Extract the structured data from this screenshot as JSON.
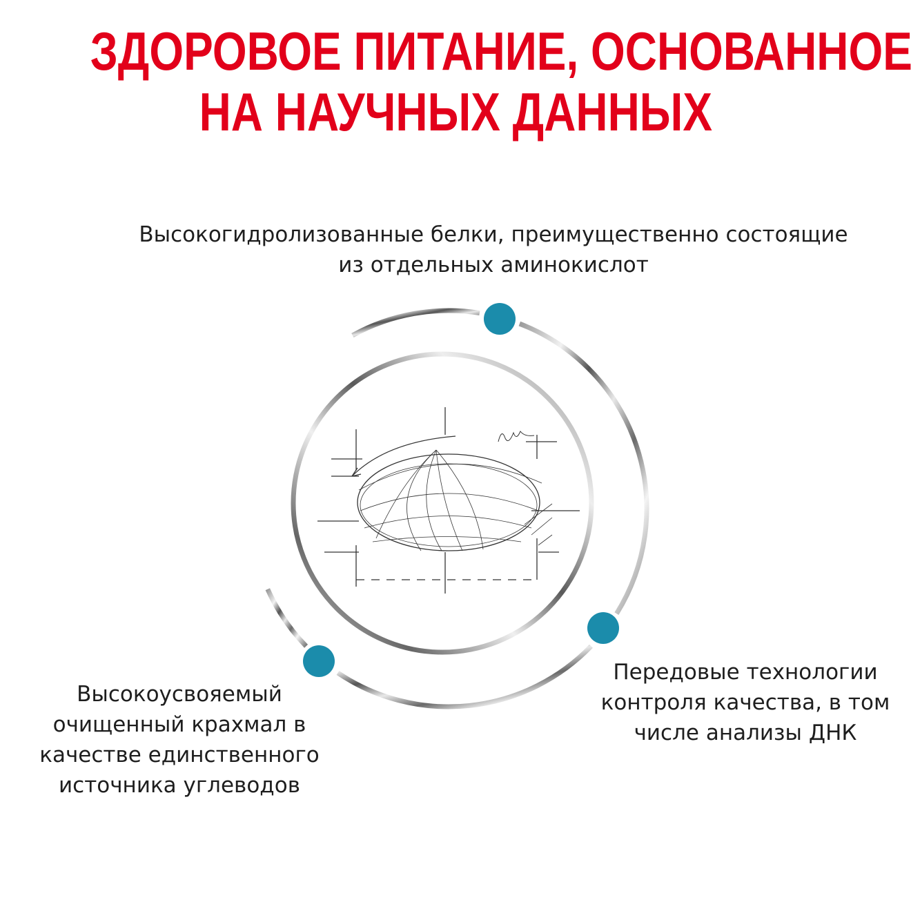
{
  "title": {
    "line1": "ЗДОРОВОЕ ПИТАНИЕ, ОСНОВАННОЕ",
    "line2": "НА НАУЧНЫХ ДАННЫХ"
  },
  "features": {
    "top": "Высокогидролизованные белки, преимущественно состоящие из отдельных аминокислот",
    "left": "Высокоусвояемый очищенный крахмал в качестве единственного источника углеводов",
    "right": "Передовые технологии контроля качества, в том числе анализы ДНК"
  },
  "colors": {
    "title": "#e2001a",
    "dot": "#1b8cab",
    "text": "#1e1e1e"
  }
}
